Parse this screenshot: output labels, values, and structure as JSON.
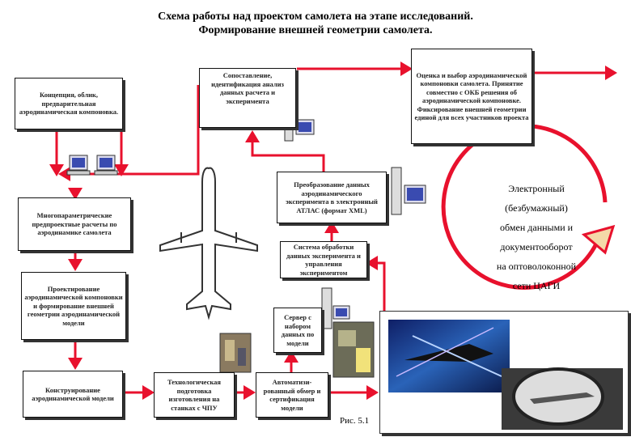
{
  "title_line1": "Схема работы над проектом самолета на этапе исследований.",
  "title_line2": "Формирование внешней геометрии самолета.",
  "boxes": {
    "concept": "Концепция, облик, предварительная аэродинамическая компоновка.",
    "comparison": "Сопоставление, идентификация анализ данных расчета и эксперимента",
    "evaluation": "Оценка и выбор аэродинамической компоновки самолета. Принятие совместно с ОКБ решения об аэродинамической компоновке. Фиксирование внешней геометрии единой для всех участников проекта",
    "multiparam": "Многопараметрические предпроектные расчеты по аэродинамике самолета",
    "conversion": "Преобразование данных аэродинамического эксперимента в электронный АТЛАС (формат XML)",
    "processing": "Система обработки данных эксперимента и управления экспериментом",
    "design": "Проектирование аэродинамической компоновки и формирование внешней геометрии аэродинамической модели",
    "server": "Сервер с набором данных по модели",
    "construction": "Конструирование аэродинамической модели",
    "technology": "Технологическая подготовка изготовления на станках с ЧПУ",
    "automated": "Автоматизи-рованный обмер и сертификация модели"
  },
  "ring_lines": [
    "Электронный",
    "(безбумажный)",
    "обмен данными и",
    "документооборот",
    "на оптоволоконной",
    "сети ЦАГИ"
  ],
  "figure_label": "Рис. 5.1",
  "colors": {
    "arrow": "#e8112d",
    "ring": "#e8112d",
    "ring_fill": "#f4d9a8"
  },
  "icons": [
    "computer-icon",
    "airplane-silhouette",
    "wind-tunnel-photo"
  ]
}
